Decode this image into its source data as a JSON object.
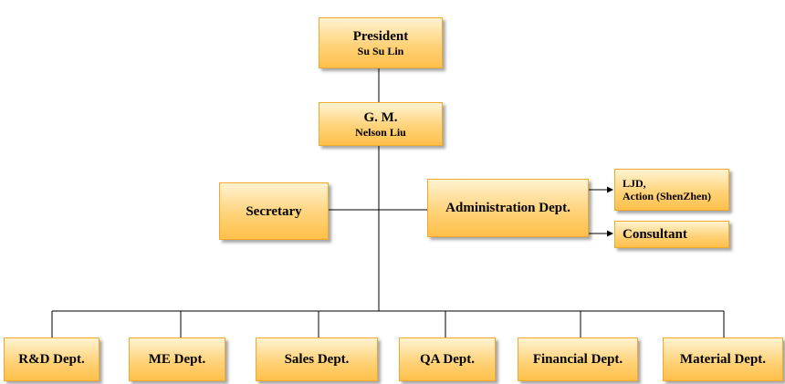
{
  "nodes": {
    "president": {
      "title": "President",
      "name": "Su Su Lin"
    },
    "gm": {
      "title": "G. M.",
      "name": "Nelson Liu"
    },
    "secretary": {
      "title": "Secretary"
    },
    "administration": {
      "title": "Administration Dept."
    },
    "ljd": {
      "line1": "LJD,",
      "line2": "Action (ShenZhen)"
    },
    "consultant": {
      "title": "Consultant"
    },
    "rd": {
      "title": "R&D Dept."
    },
    "me": {
      "title": "ME Dept."
    },
    "sales": {
      "title": "Sales Dept."
    },
    "qa": {
      "title": "QA Dept."
    },
    "financial": {
      "title": "Financial Dept."
    },
    "material": {
      "title": "Material Dept."
    }
  },
  "colors": {
    "box_border": "#f0a92b",
    "box_top": "#fff3d2",
    "box_bottom": "#ffc04a",
    "line": "#000000"
  }
}
